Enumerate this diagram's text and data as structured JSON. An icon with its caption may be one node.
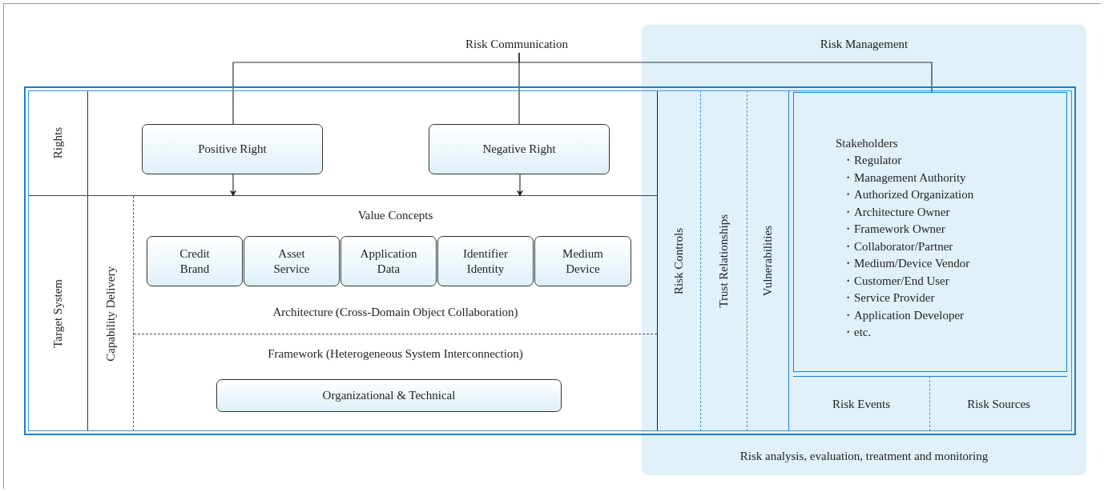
{
  "diagram": {
    "nodes": [
      {
        "text": [
          "Risk Management",
          "Risk analysis, evaluation, treatment and monitoring"
        ]
      },
      {
        "text": [
          "Risk Communication"
        ]
      },
      {
        "text": [
          "Rights"
        ]
      },
      {
        "text": [
          "Positive Right"
        ],
        "in": 2
      },
      {
        "text": [
          "Negative Right"
        ],
        "in": 2
      },
      {
        "text": [
          "Target System"
        ]
      },
      {
        "text": [
          "Capability Delivery"
        ],
        "in": 5
      },
      {
        "text": [
          "Value Concepts",
          "Architecture (Cross-Domain Object Collaboration)"
        ],
        "in": 6
      },
      {
        "text": [
          "Credit Brand"
        ],
        "in": 7
      },
      {
        "text": [
          "Asset Service"
        ],
        "in": 7
      },
      {
        "text": [
          "Application Data"
        ],
        "in": 7
      },
      {
        "text": [
          "Identifier Identity"
        ],
        "in": 7
      },
      {
        "text": [
          "Medium Device"
        ],
        "in": 7
      },
      {
        "text": [
          "Framework (Heterogeneous System Interconnection)"
        ],
        "in": 6
      },
      {
        "text": [
          "Organizational & Technical"
        ],
        "in": 13
      },
      {
        "text": [
          "Risk Controls"
        ],
        "in": 0
      },
      {
        "text": [
          "Trust Relationships"
        ],
        "in": 0
      },
      {
        "text": [
          "Vulnerabilities"
        ],
        "in": 0
      },
      {
        "text": [
          "Stakeholders",
          "・Regulator",
          "・Management Authority",
          "・Authorized Organization",
          "・Architecture Owner",
          "・Framework Owner",
          "・Collaborator/Partner",
          "・Medium/Device Vendor",
          "・Customer/End User",
          "・Service Provider",
          "・Application Developer",
          "・etc."
        ],
        "in": 0
      },
      {
        "text": [
          "Risk Events"
        ],
        "in": 0
      },
      {
        "text": [
          "Risk Sources"
        ],
        "in": 0
      }
    ],
    "edges": [
      {
        "from": 1,
        "to": 3,
        "arrow": "none"
      },
      {
        "from": 1,
        "to": 4,
        "arrow": "none"
      },
      {
        "from": 1,
        "to": 18,
        "arrow": "none"
      },
      {
        "from": 3,
        "to": 5,
        "arrow": "to"
      },
      {
        "from": 4,
        "to": 5,
        "arrow": "to"
      }
    ]
  }
}
